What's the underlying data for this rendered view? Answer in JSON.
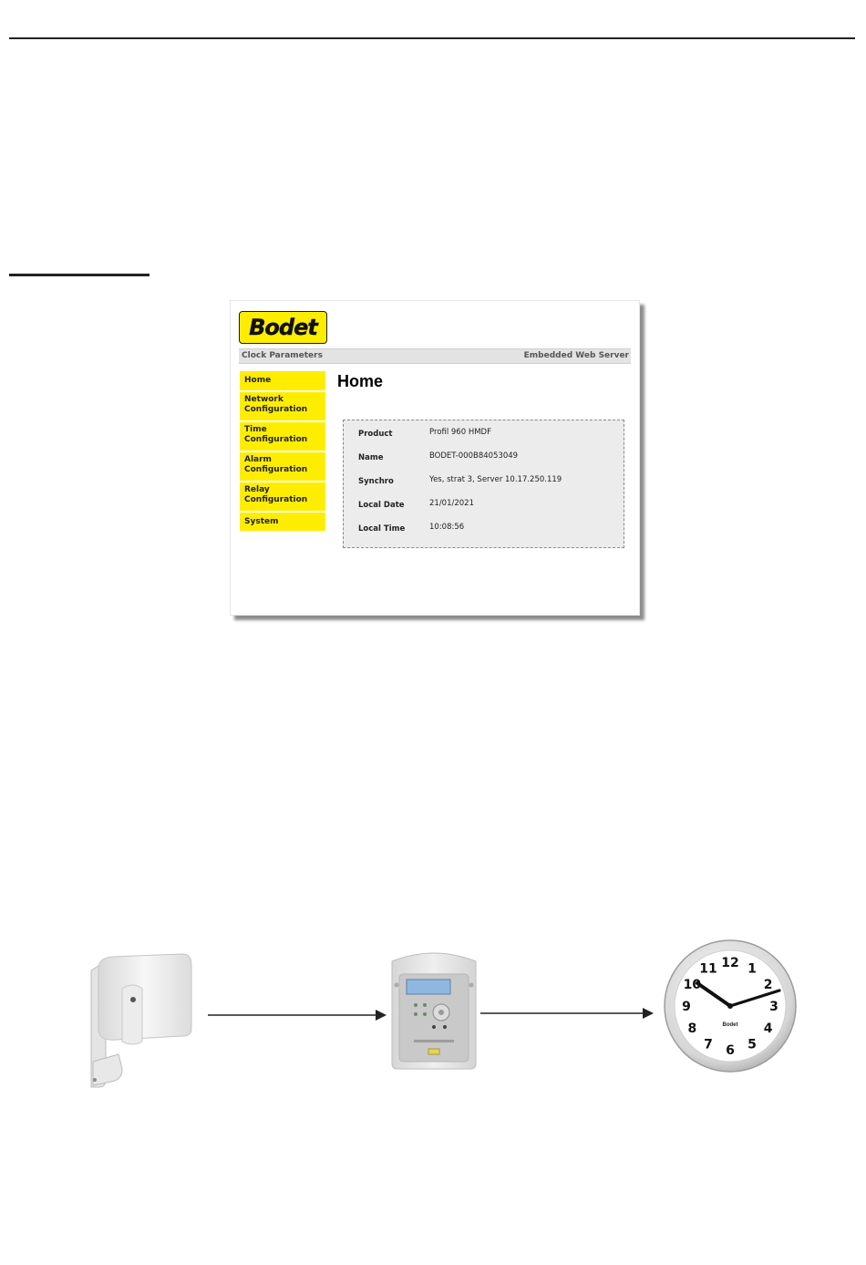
{
  "app": {
    "logo_text": "Bodet",
    "header_left": "Clock Parameters",
    "header_right": "Embedded Web Server"
  },
  "nav": [
    {
      "label": "Home"
    },
    {
      "label": "Network\nConfiguration"
    },
    {
      "label": "Time\nConfiguration"
    },
    {
      "label": "Alarm\nConfiguration"
    },
    {
      "label": "Relay\nConfiguration"
    },
    {
      "label": "System"
    }
  ],
  "page_title": "Home",
  "info": [
    {
      "label": "Product",
      "value": "Profil 960 HMDF"
    },
    {
      "label": "Name",
      "value": "BODET-000B84053049"
    },
    {
      "label": "Synchro",
      "value": "Yes, strat 3, Server 10.17.250.119"
    },
    {
      "label": "Local Date",
      "value": "21/01/2021"
    },
    {
      "label": "Local Time",
      "value": "10:08:56"
    }
  ],
  "clock": {
    "numerals": [
      "12",
      "1",
      "2",
      "3",
      "4",
      "5",
      "6",
      "7",
      "8",
      "9",
      "10",
      "11"
    ],
    "brand": "Bodet"
  }
}
